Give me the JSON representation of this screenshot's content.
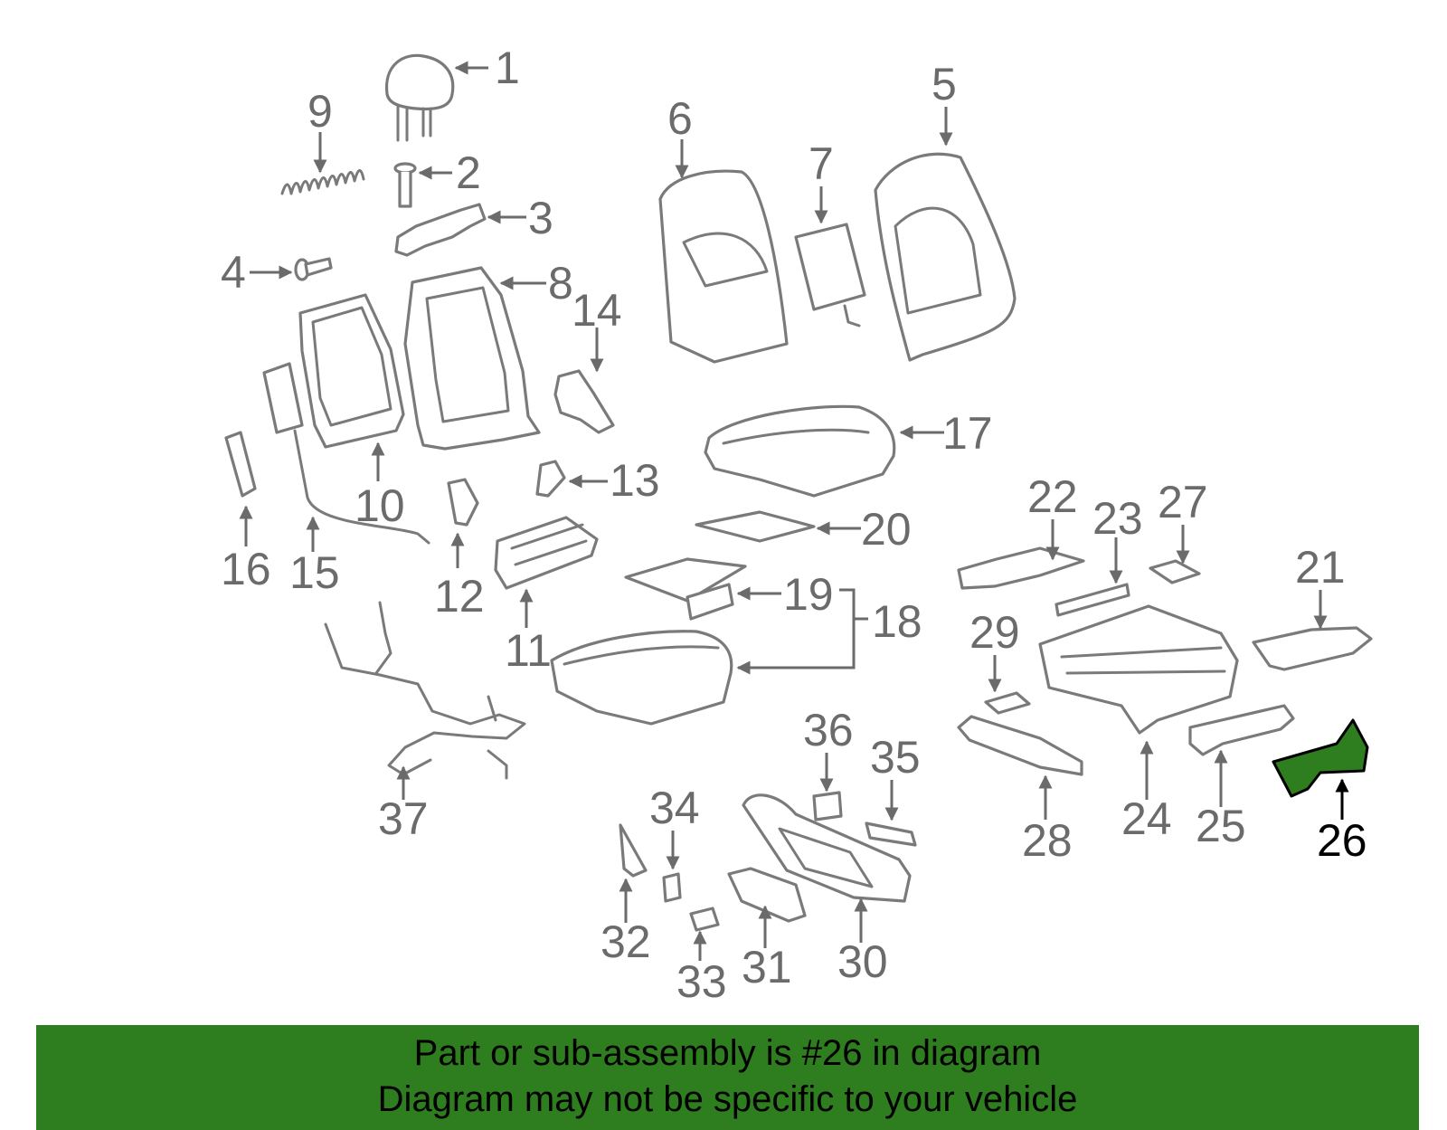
{
  "diagram": {
    "highlighted_callout": "26",
    "highlight_color": "#2e7d1e",
    "part_stroke_color": "#7a7a7a",
    "callouts": [
      "1",
      "2",
      "3",
      "4",
      "5",
      "6",
      "7",
      "8",
      "9",
      "10",
      "11",
      "12",
      "13",
      "14",
      "15",
      "16",
      "17",
      "18",
      "19",
      "20",
      "21",
      "22",
      "23",
      "24",
      "25",
      "26",
      "27",
      "28",
      "29",
      "30",
      "31",
      "32",
      "33",
      "34",
      "35",
      "36",
      "37"
    ]
  },
  "banner": {
    "line1": "Part or sub-assembly is #26 in diagram",
    "line2": "Diagram may not be specific to your vehicle",
    "background": "#2e7d1e"
  }
}
